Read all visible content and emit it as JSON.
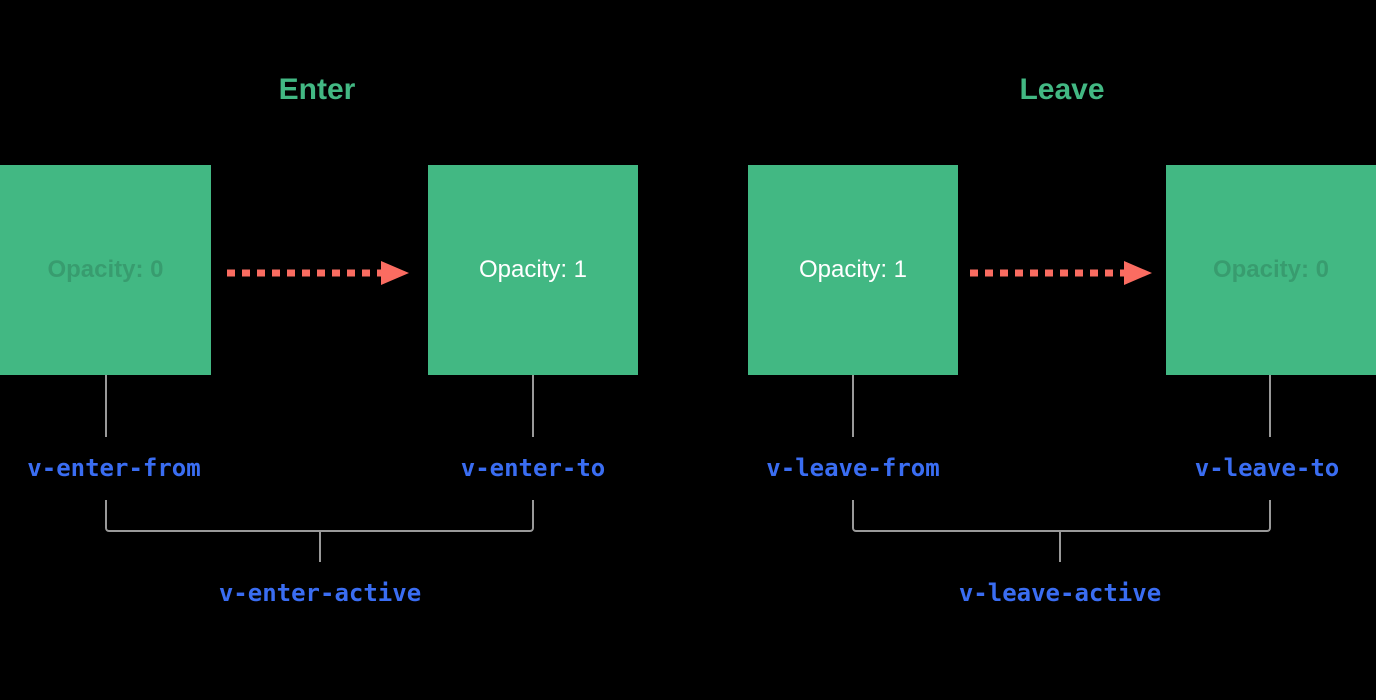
{
  "diagram": {
    "description": "Vue transition classes timing diagram",
    "background": "#000000"
  },
  "colors": {
    "box_green": "#42b883",
    "title_green": "#42b883",
    "arrow_red": "#fa6c61",
    "class_blue": "#3a6df2",
    "connector_gray": "#999999",
    "box_text_white": "#ffffff"
  },
  "icons": {
    "arrow": "dashed-arrow-right-icon"
  },
  "enter": {
    "title": "Enter",
    "from_box_label": "Opacity: 0",
    "to_box_label": "Opacity: 1",
    "from_class": "v-enter-from",
    "to_class": "v-enter-to",
    "active_class": "v-enter-active"
  },
  "leave": {
    "title": "Leave",
    "from_box_label": "Opacity: 1",
    "to_box_label": "Opacity: 0",
    "from_class": "v-leave-from",
    "to_class": "v-leave-to",
    "active_class": "v-leave-active"
  }
}
